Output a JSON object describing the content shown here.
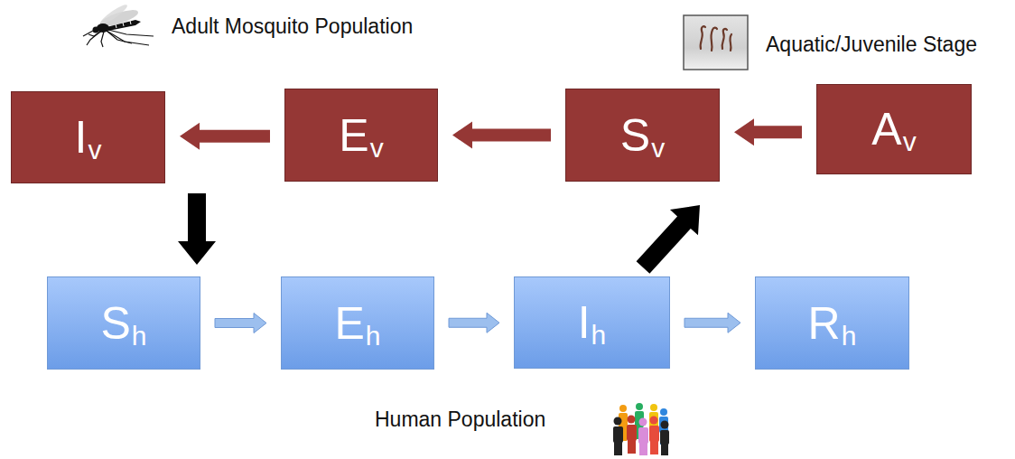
{
  "diagram": {
    "nodes": [
      {
        "text": [
          "I",
          "v"
        ]
      },
      {
        "text": [
          "E",
          "v"
        ]
      },
      {
        "text": [
          "S",
          "v"
        ]
      },
      {
        "text": [
          "A",
          "v"
        ]
      },
      {
        "text": [
          "S",
          "h"
        ]
      },
      {
        "text": [
          "E",
          "h"
        ]
      },
      {
        "text": [
          "I",
          "h"
        ]
      },
      {
        "text": [
          "R",
          "h"
        ]
      }
    ],
    "edges": [
      {
        "from": 1,
        "to": 0,
        "arrow": "to"
      },
      {
        "from": 2,
        "to": 1,
        "arrow": "to"
      },
      {
        "from": 3,
        "to": 2,
        "arrow": "to"
      },
      {
        "from": 0,
        "to": 4,
        "arrow": "to"
      },
      {
        "from": 6,
        "to": 2,
        "arrow": "to"
      },
      {
        "from": 4,
        "to": 5,
        "arrow": "to"
      },
      {
        "from": 5,
        "to": 6,
        "arrow": "to"
      },
      {
        "from": 6,
        "to": 7,
        "arrow": "to"
      }
    ],
    "labels": [
      "Adult Mosquito Population",
      "Aquatic/Juvenile Stage",
      "Human Population"
    ]
  }
}
